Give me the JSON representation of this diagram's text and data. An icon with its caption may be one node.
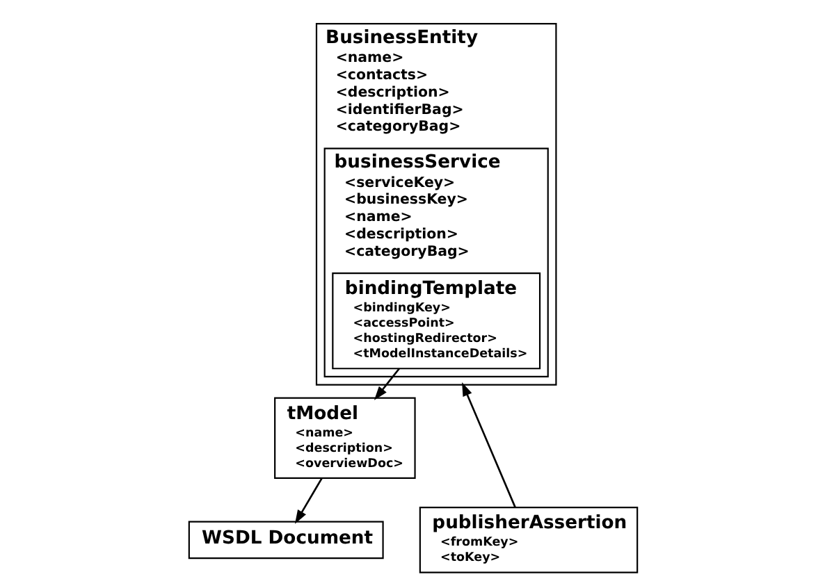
{
  "diagram": {
    "nodes": [
      {
        "text": [
          "BusinessEntity",
          "<name>",
          "<contacts>",
          "<description>",
          "<identifierBag>",
          "<categoryBag>"
        ]
      },
      {
        "text": [
          "businessService",
          "<serviceKey>",
          "<businessKey>",
          "<name>",
          "<description>",
          "<categoryBag>"
        ],
        "in": 0
      },
      {
        "text": [
          "bindingTemplate",
          "<bindingKey>",
          "<accessPoint>",
          "<hostingRedirector>",
          "<tModelInstanceDetails>"
        ],
        "in": 1
      },
      {
        "text": [
          "tModel",
          "<name>",
          "<description>",
          "<overviewDoc>"
        ]
      },
      {
        "text": [
          "publisherAssertion",
          "<fromKey>",
          "<toKey>"
        ]
      },
      {
        "text": [
          "WSDL Document"
        ]
      }
    ],
    "edges": [
      {
        "from": 4,
        "to": 0,
        "arrow": "to"
      },
      {
        "from": 2,
        "to": 3,
        "arrow": "to"
      },
      {
        "from": 3,
        "to": 5,
        "arrow": "to"
      }
    ]
  }
}
